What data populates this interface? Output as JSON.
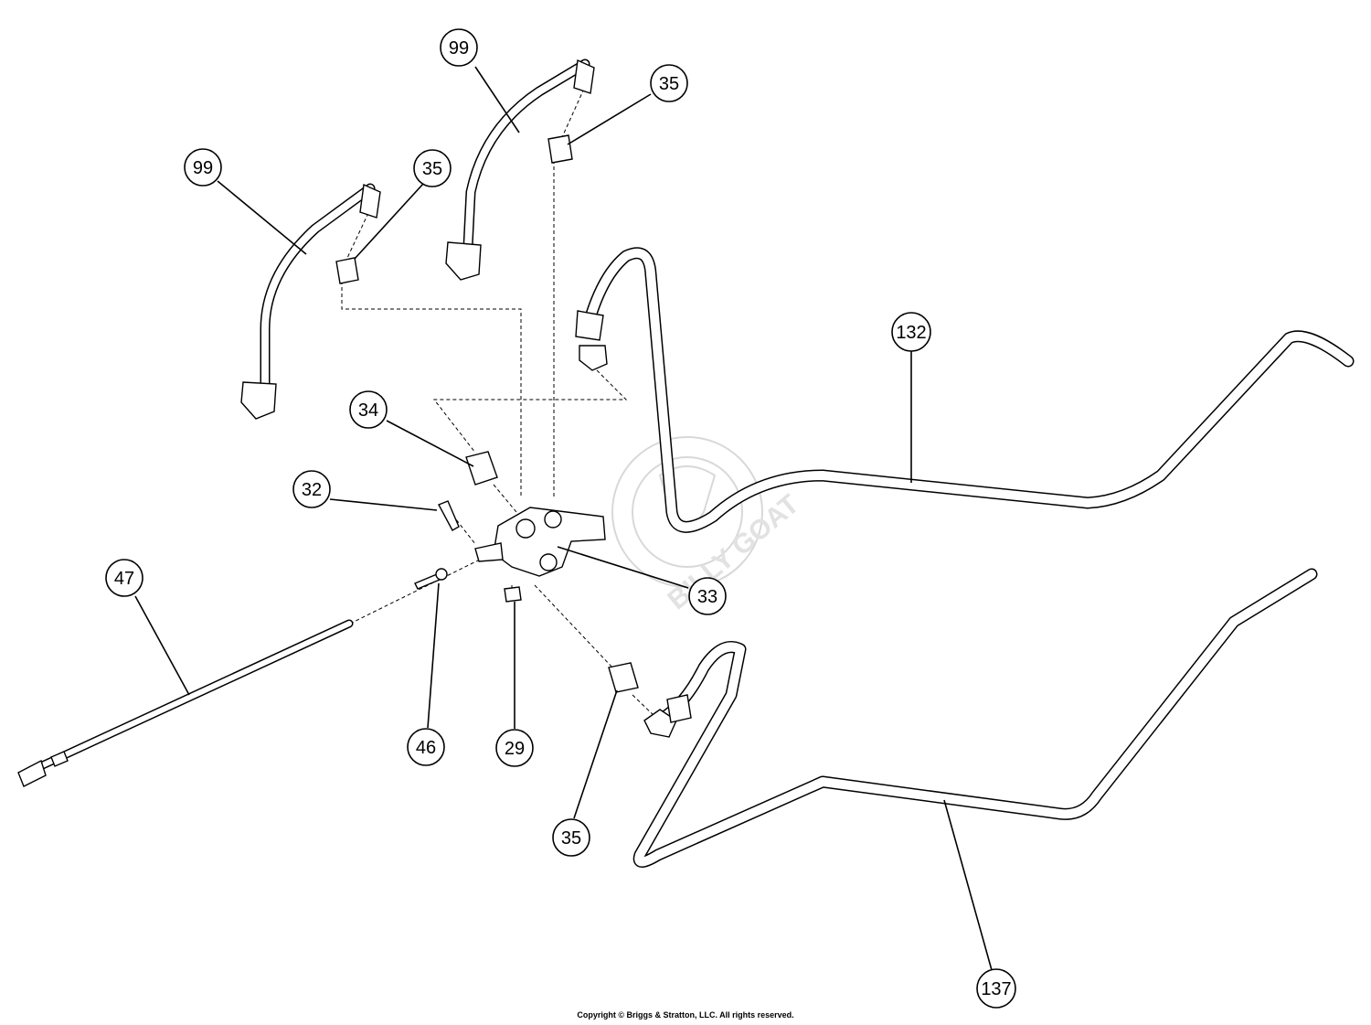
{
  "callouts": [
    {
      "label": "99"
    },
    {
      "label": "35"
    },
    {
      "label": "99"
    },
    {
      "label": "35"
    },
    {
      "label": "132"
    },
    {
      "label": "34"
    },
    {
      "label": "32"
    },
    {
      "label": "33"
    },
    {
      "label": "47"
    },
    {
      "label": "46"
    },
    {
      "label": "29"
    },
    {
      "label": "35"
    },
    {
      "label": "137"
    }
  ],
  "watermark": {
    "text": "BILLY GOAT"
  },
  "copyright": "Copyright © Briggs & Stratton, LLC. All rights reserved."
}
